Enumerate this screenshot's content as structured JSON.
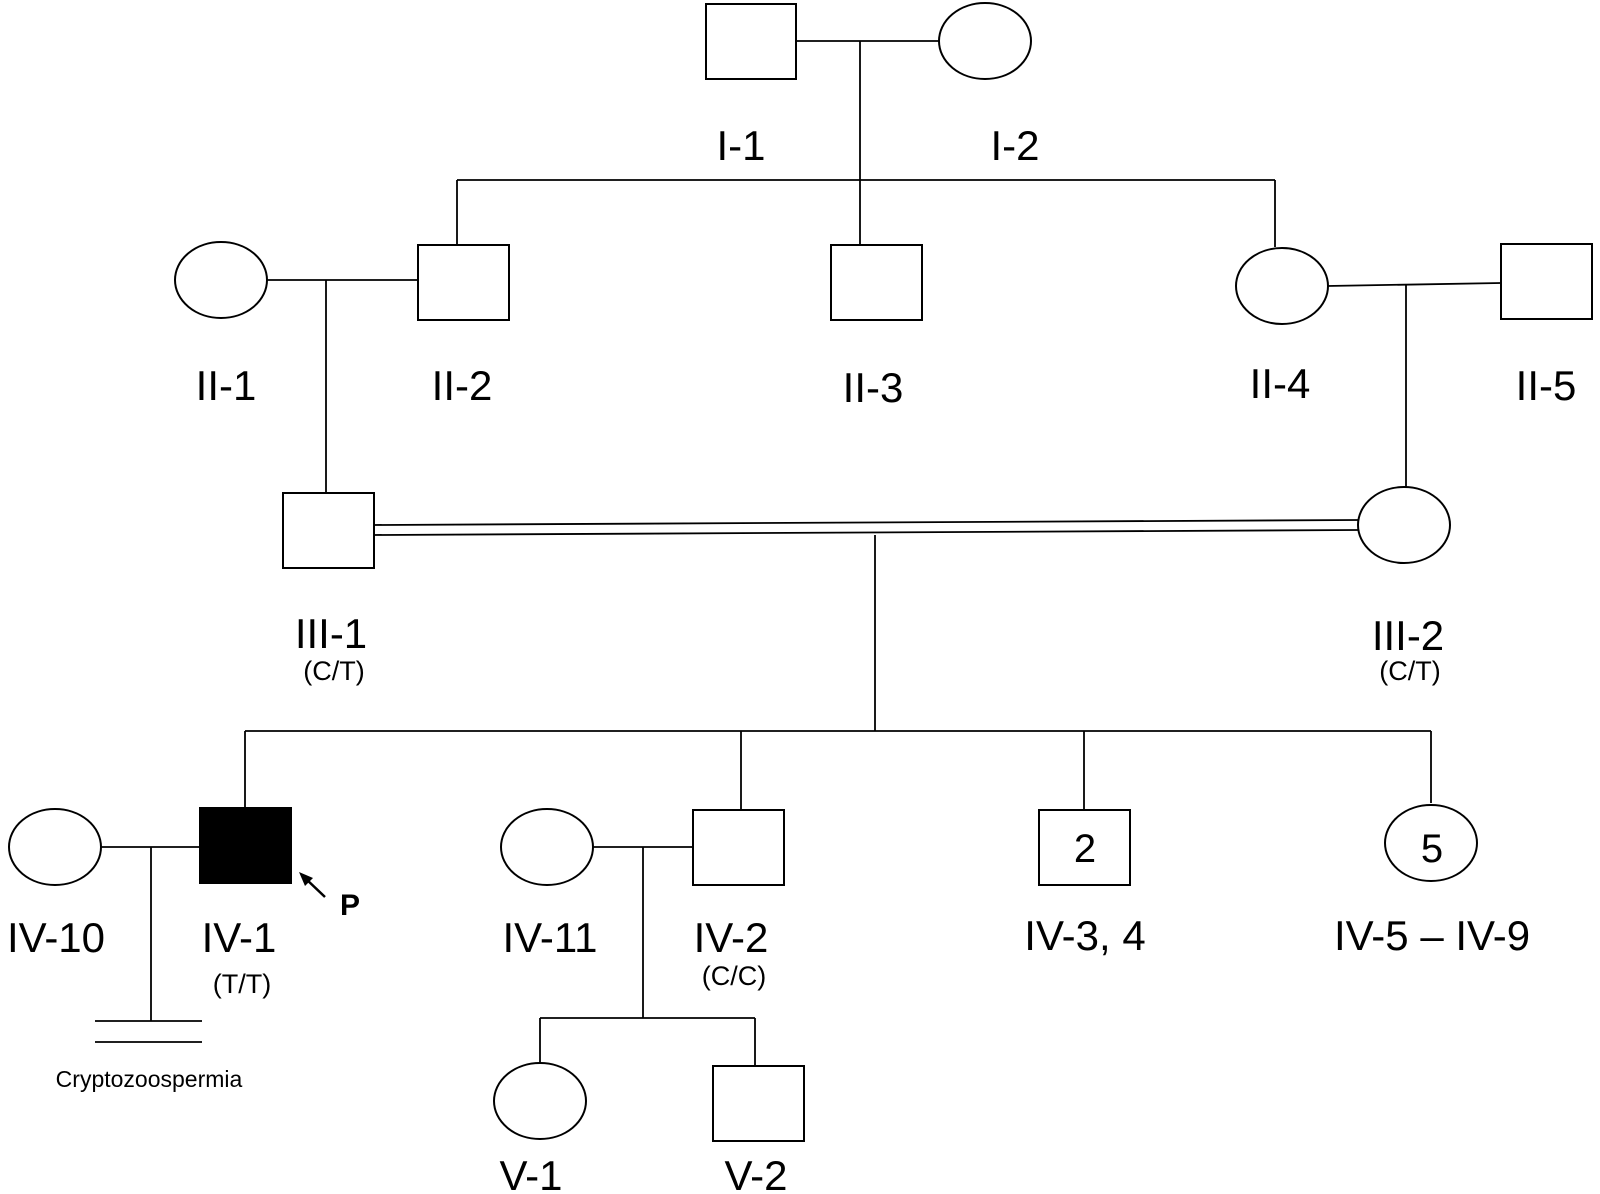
{
  "individuals": {
    "I_1": {
      "id": "I-1",
      "sex": "male",
      "affected": false
    },
    "I_2": {
      "id": "I-2",
      "sex": "female",
      "affected": false
    },
    "II_1": {
      "id": "II-1",
      "sex": "female",
      "affected": false
    },
    "II_2": {
      "id": "II-2",
      "sex": "male",
      "affected": false
    },
    "II_3": {
      "id": "II-3",
      "sex": "male",
      "affected": false
    },
    "II_4": {
      "id": "II-4",
      "sex": "female",
      "affected": false
    },
    "II_5": {
      "id": "II-5",
      "sex": "male",
      "affected": false
    },
    "III_1": {
      "id": "III-1",
      "sex": "male",
      "affected": false,
      "genotype": "(C/T)"
    },
    "III_2": {
      "id": "III-2",
      "sex": "female",
      "affected": false,
      "genotype": "(C/T)"
    },
    "IV_10": {
      "id": "IV-10",
      "sex": "female",
      "affected": false
    },
    "IV_1": {
      "id": "IV-1",
      "sex": "male",
      "affected": true,
      "genotype": "(T/T)",
      "proband_marker": "P"
    },
    "IV_11": {
      "id": "IV-11",
      "sex": "female",
      "affected": false
    },
    "IV_2": {
      "id": "IV-2",
      "sex": "male",
      "affected": false,
      "genotype": "(C/C)"
    },
    "IV_3_4": {
      "id": "IV-3, 4",
      "sex": "male",
      "affected": false,
      "count": "2"
    },
    "IV_5_9": {
      "id": "IV-5 – IV-9",
      "sex": "female",
      "affected": false,
      "count": "5"
    },
    "V_1": {
      "id": "V-1",
      "sex": "female",
      "affected": false
    },
    "V_2": {
      "id": "V-2",
      "sex": "male",
      "affected": false
    }
  },
  "infertility_note": "Cryptozoospermia",
  "colors": {
    "line": "#000000",
    "affected_fill": "#000000",
    "unaffected_fill": "#ffffff"
  }
}
